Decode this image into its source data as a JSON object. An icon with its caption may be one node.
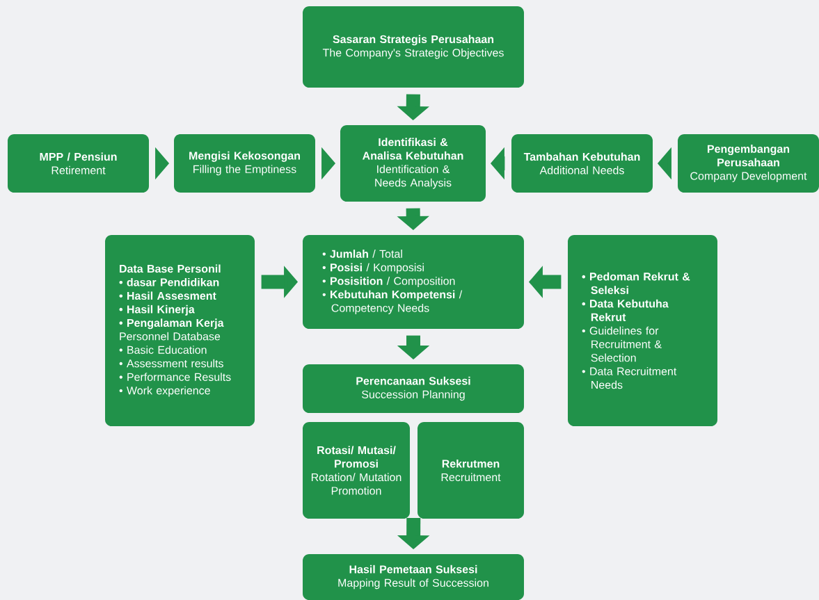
{
  "diagram": {
    "nodes": [
      {
        "text": [
          "Sasaran Strategis Perusahaan",
          "The Company's Strategic Objectives"
        ]
      },
      {
        "text": [
          "MPP / Pensiun",
          "Retirement"
        ]
      },
      {
        "text": [
          "Mengisi Kekosongan",
          "Filling the Emptiness"
        ]
      },
      {
        "text": [
          "Identifikasi & Analisa Kebutuhan",
          "Identification & Needs Analysis"
        ]
      },
      {
        "text": [
          "Tambahan Kebutuhan",
          "Additional Needs"
        ]
      },
      {
        "text": [
          "Pengembangan Perusahaan",
          "Company Development"
        ]
      },
      {
        "text": [
          "Data Base Personil",
          "• dasar Pendidikan",
          "• Hasil Assesment",
          "• Hasil Kinerja",
          "• Pengalaman Kerja",
          "Personnel Database",
          "• Basic Education",
          "• Assessment results",
          "• Performance Results",
          "• Work experience"
        ]
      },
      {
        "text": [
          "• **Jumlah** / Total",
          "• **Posisi** / Komposisi",
          "• **Posisition** / Composition",
          "• **Kebutuhan Kompetensi** / Competency Needs"
        ]
      },
      {
        "text": [
          "• Pedoman Rekrut & Seleksi",
          "• Data Kebutuha Rekrut",
          "• Guidelines for Recruitment & Selection",
          "• Data Recruitment Needs"
        ]
      },
      {
        "text": [
          "Perencanaan Suksesi",
          "Succession Planning"
        ]
      },
      {
        "text": [
          "Rotasi/ Mutasi/ Promosi",
          "Rotation/ Mutation Promotion"
        ]
      },
      {
        "text": [
          "Rekrutmen",
          "Recruitment"
        ]
      },
      {
        "text": [
          "Hasil Pemetaan Suksesi",
          "Mapping Result of Succession"
        ]
      }
    ],
    "edges": [
      {
        "from": 0,
        "to": 3,
        "arrow": "to"
      },
      {
        "from": 1,
        "to": 2,
        "arrow": "to"
      },
      {
        "from": 2,
        "to": 3,
        "arrow": "to"
      },
      {
        "from": 5,
        "to": 4,
        "arrow": "to"
      },
      {
        "from": 4,
        "to": 3,
        "arrow": "to"
      },
      {
        "from": 3,
        "to": 7,
        "arrow": "to"
      },
      {
        "from": 6,
        "to": 7,
        "arrow": "to"
      },
      {
        "from": 8,
        "to": 7,
        "arrow": "to"
      },
      {
        "from": 7,
        "to": 9,
        "arrow": "to"
      },
      {
        "from": 10,
        "to": 12,
        "arrow": "to"
      },
      {
        "from": 11,
        "to": 12,
        "arrow": "to"
      }
    ]
  }
}
